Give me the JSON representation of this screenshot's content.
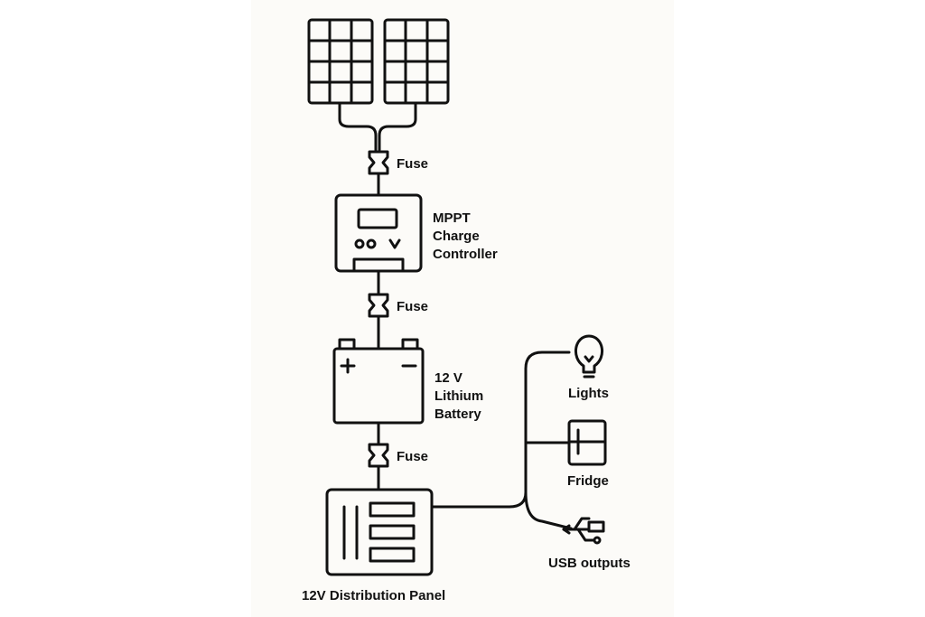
{
  "labels": {
    "fuse_1": "Fuse",
    "fuse_2": "Fuse",
    "fuse_3": "Fuse",
    "controller": [
      "MPPT",
      "Charge",
      "Controller"
    ],
    "controller_indicator": "o o  v",
    "battery": [
      "12 V",
      "Lithium",
      "Battery"
    ],
    "battery_plus": "+",
    "battery_minus": "−",
    "panel": "12V Distribution Panel",
    "lights": "Lights",
    "fridge": "Fridge",
    "usb": "USB outputs"
  },
  "icons": {
    "solar_panels": "solar-panel-icon",
    "fuse": "fuse-icon",
    "controller": "charge-controller-icon",
    "battery": "battery-icon",
    "distribution_panel": "distribution-panel-icon",
    "lights": "light-bulb-icon",
    "fridge": "fridge-icon",
    "usb": "usb-icon"
  },
  "colors": {
    "background": "#fcfbf8",
    "stroke": "#111111"
  }
}
